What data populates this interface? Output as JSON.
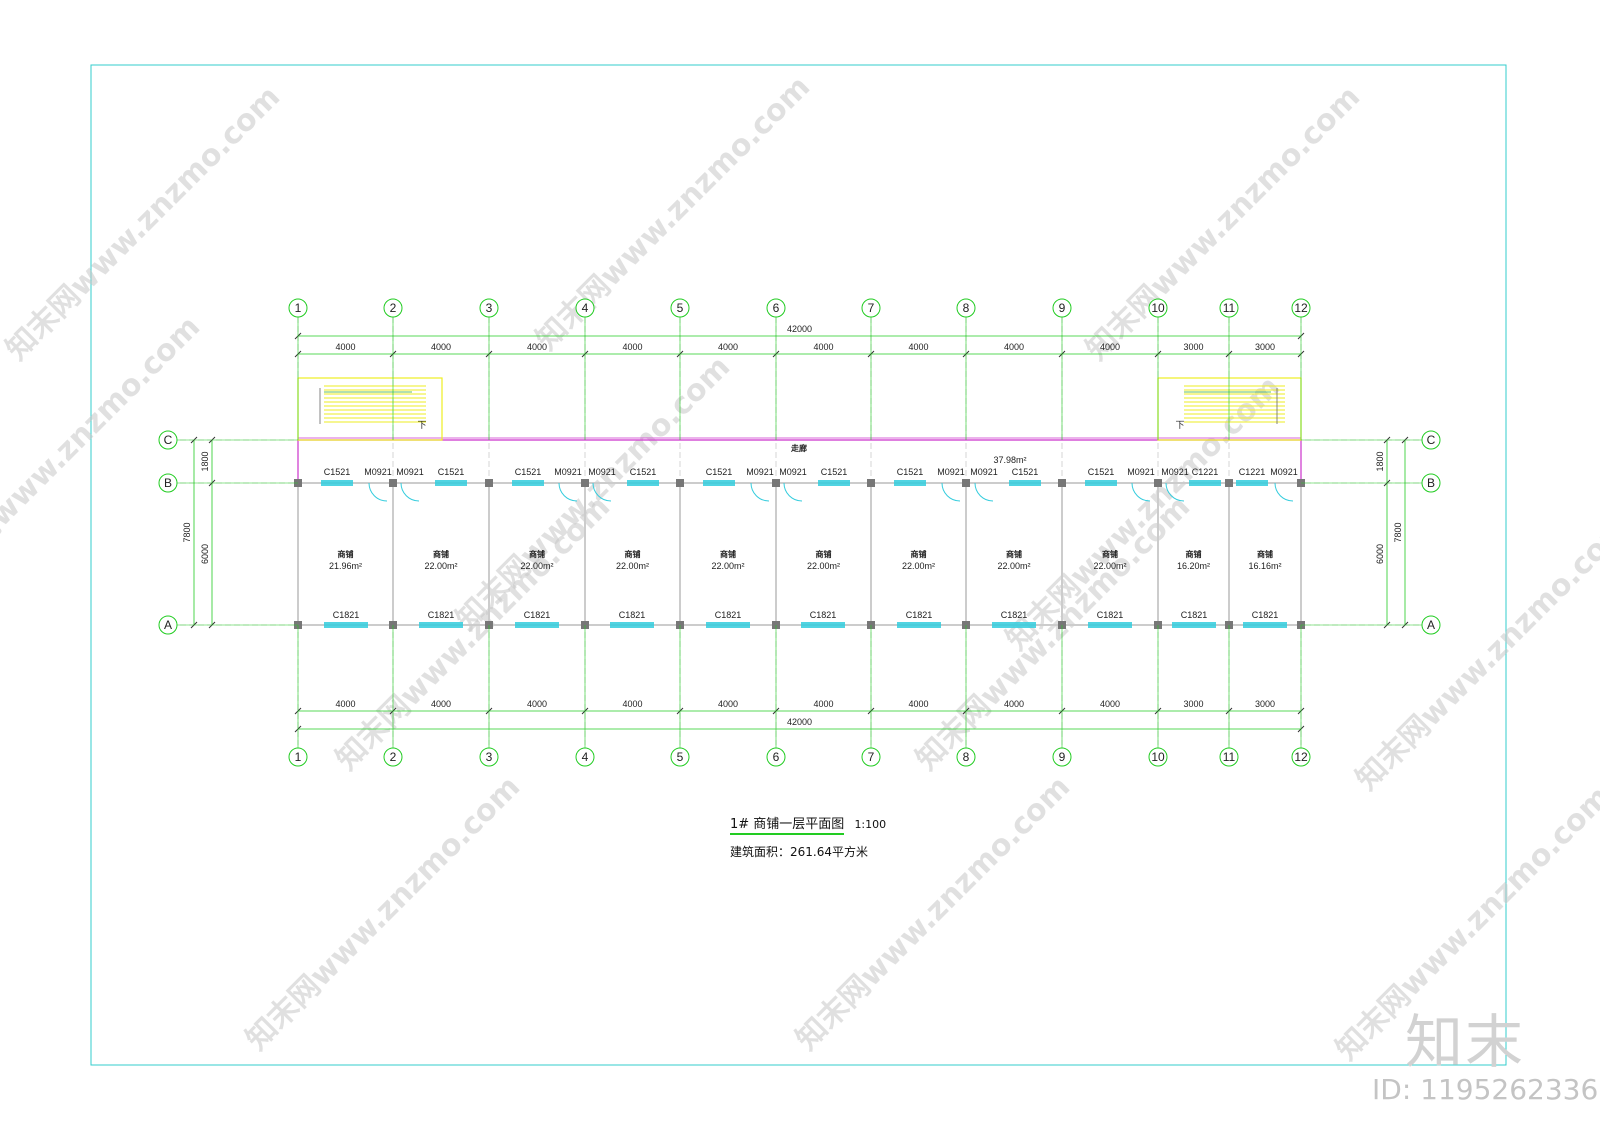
{
  "drawing": {
    "title": "1# 商铺一层平面图",
    "scale": "1:100",
    "area_text": "建筑面积：261.64平方米"
  },
  "grid": {
    "columns": [
      "1",
      "2",
      "3",
      "4",
      "5",
      "6",
      "7",
      "8",
      "9",
      "10",
      "11",
      "12"
    ],
    "rows": [
      "A",
      "B",
      "C"
    ],
    "bay_dims": [
      "4000",
      "4000",
      "4000",
      "4000",
      "4000",
      "4000",
      "4000",
      "4000",
      "4000",
      "3000",
      "3000"
    ],
    "total_dim": "42000",
    "row_dims": [
      "6000",
      "1800"
    ],
    "row_total": "7800"
  },
  "corridor": {
    "name": "走廊",
    "area": "37.98m²"
  },
  "shops": [
    {
      "name": "商铺",
      "area": "21.96m²"
    },
    {
      "name": "商铺",
      "area": "22.00m²"
    },
    {
      "name": "商铺",
      "area": "22.00m²"
    },
    {
      "name": "商铺",
      "area": "22.00m²"
    },
    {
      "name": "商铺",
      "area": "22.00m²"
    },
    {
      "name": "商铺",
      "area": "22.00m²"
    },
    {
      "name": "商铺",
      "area": "22.00m²"
    },
    {
      "name": "商铺",
      "area": "22.00m²"
    },
    {
      "name": "商铺",
      "area": "22.00m²"
    },
    {
      "name": "商铺",
      "area": "16.20m²"
    },
    {
      "name": "商铺",
      "area": "16.16m²"
    }
  ],
  "b_line_labels": [
    "C1521",
    "M0921",
    "M0921",
    "C1521",
    "C1521",
    "M0921",
    "M0921",
    "C1521",
    "C1521",
    "M0921",
    "M0921",
    "C1521",
    "C1521",
    "M0921",
    "M0921",
    "C1521",
    "C1521",
    "M0921",
    "M0921",
    "C1221",
    "C1221",
    "M0921"
  ],
  "a_line_labels": [
    "C1821",
    "C1821",
    "C1821",
    "C1821",
    "C1821",
    "C1821",
    "C1821",
    "C1821",
    "C1821",
    "C1821",
    "C1821"
  ],
  "stair_labels": [
    "下",
    "下"
  ],
  "watermark": {
    "site": "知末网www.znzmo.com",
    "brand": "知末",
    "id": "ID: 1195262336"
  },
  "colors": {
    "frame": "#33cccc",
    "dim_line": "#22cc22",
    "corridor_line": "#cc33cc",
    "stair": "#eeee22",
    "window": "#33ccdd",
    "column": "#777777"
  }
}
